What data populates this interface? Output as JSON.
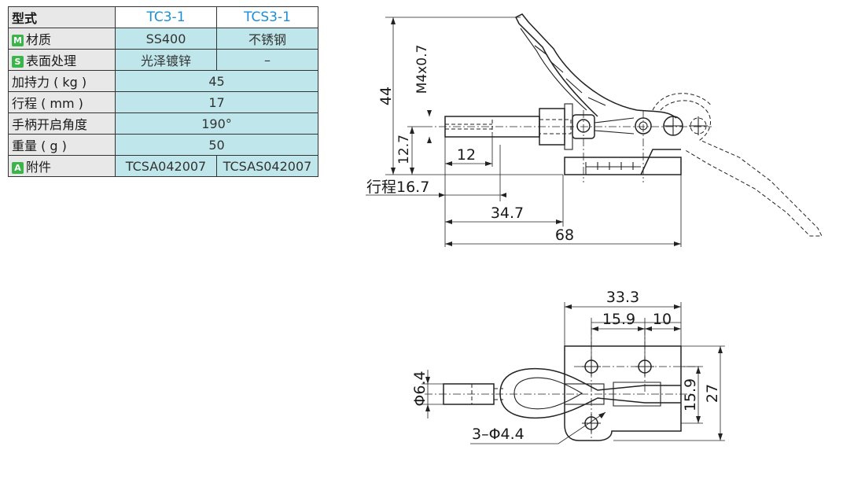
{
  "table": {
    "header": {
      "label": "型式",
      "models": [
        "TC3-1",
        "TCS3-1"
      ]
    },
    "rows": [
      {
        "badge": "M",
        "badge_color": "#3bb54a",
        "label": "材质",
        "values": [
          "SS400",
          "不锈钢"
        ]
      },
      {
        "badge": "S",
        "badge_color": "#3bb54a",
        "label": "表面处理",
        "values": [
          "光泽镀锌",
          "–"
        ]
      },
      {
        "badge": "",
        "label": "加持力 ( kg )",
        "value": "45"
      },
      {
        "badge": "",
        "label": "行程 ( mm )",
        "value": "17"
      },
      {
        "badge": "",
        "label": "手柄开启角度",
        "value": "190°"
      },
      {
        "badge": "",
        "label": "重量 ( g )",
        "value": "50"
      },
      {
        "badge": "A",
        "badge_color": "#3bb54a",
        "label": "附件",
        "values": [
          "TCSA042007",
          "TCSAS042007"
        ]
      }
    ]
  },
  "side_view": {
    "dims": {
      "height_total": "44",
      "thread": "M4x0.7",
      "height_low": "12.7",
      "plunger_len": "12",
      "stroke": "行程16.7",
      "to_base": "34.7",
      "overall": "68"
    }
  },
  "top_view": {
    "dims": {
      "width": "33.3",
      "hole_pitch": "15.9",
      "edge": "10",
      "plunger_dia": "Φ6.4",
      "hole_v": "15.9",
      "height": "27",
      "holes": "3–Φ4.4"
    }
  },
  "colors": {
    "header_model": "#1a8fd6",
    "cell_bg": "#bfe6ea",
    "label_bg": "#e8e8e8"
  }
}
